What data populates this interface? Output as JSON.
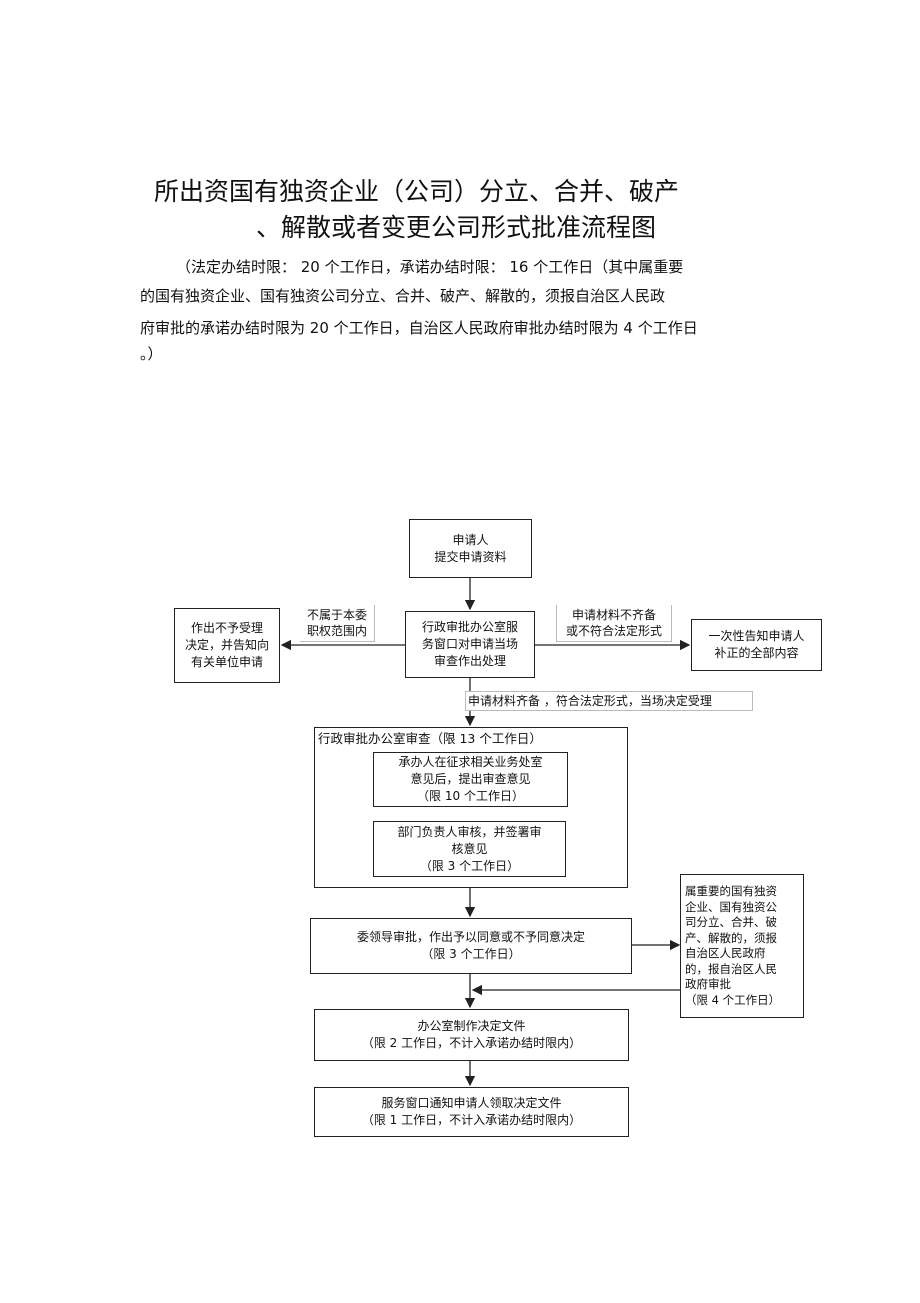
{
  "title": {
    "line1": "所出资国有独资企业（公司）分立、合并、破产",
    "line2": "、解散或者变更公司形式批准流程图"
  },
  "note": {
    "line1": "（法定办结时限： 20 个工作日，承诺办结时限： 16 个工作日（其中属重要",
    "line2": "的国有独资企业、国有独资公司分立、合并、破产、解散的，须报自治区人民政",
    "line3": "府审批的承诺办结时限为 20 个工作日，自治区人民政府审批办结时限为 4 个工作日",
    "line4": "。）"
  },
  "flow": {
    "applicant": {
      "l1": "申请人",
      "l2": "提交申请资料"
    },
    "window": {
      "l1": "行政审批办公室服",
      "l2": "务窗口对申请当场",
      "l3": "审查作出处理"
    },
    "reject_label": {
      "l1": "不属于本委",
      "l2": "职权范围内"
    },
    "reject": {
      "l1": "作出不予受理",
      "l2": "决定，并告知向",
      "l3": "有关单位申请"
    },
    "incomplete_label": {
      "l1": "申请材料不齐备",
      "l2": "或不符合法定形式"
    },
    "notify_once": {
      "l1": "一次性告知申请人",
      "l2": "补正的全部内容"
    },
    "accept_label": "申请材料齐备 ，符合法定形式，当场决定受理",
    "review_group": {
      "title": "行政审批办公室审查（限 13 个工作日）"
    },
    "handler": {
      "l1": "承办人在征求相关业务处室",
      "l2": "意见后，提出审查意见",
      "l3": "（限 10 个工作日）"
    },
    "dept_head": {
      "l1": "部门负责人审核，并签署审",
      "l2": "核意见",
      "l3": "（限 3 个工作日）"
    },
    "leader": {
      "l1": "委领导审批，作出予以同意或不予同意决定",
      "l2": "（限 3 个工作日）"
    },
    "gov": {
      "l1": "属重要的国有独资",
      "l2": "企业、国有独资公",
      "l3": "司分立、合并、破",
      "l4": "产、解散的，须报",
      "l5": "自治区人民政府",
      "l6": "的，报自治区人民",
      "l7": "政府审批",
      "l8": "（限 4 个工作日）"
    },
    "office_doc": {
      "l1": "办公室制作决定文件",
      "l2": "（限 2 工作日，不计入承诺办结时限内）"
    },
    "service": {
      "l1": "服务窗口通知申请人领取决定文件",
      "l2": "（限 1 工作日，不计入承诺办结时限内）"
    }
  }
}
